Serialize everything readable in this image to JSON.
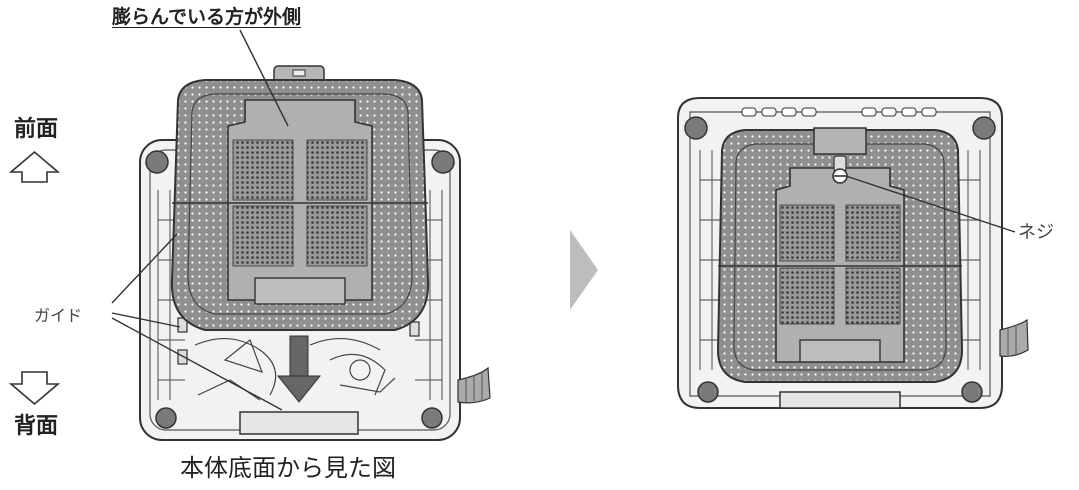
{
  "labels": {
    "bulge_outside": "膨らんでいる方が外側",
    "front": "前面",
    "back": "背面",
    "guide": "ガイド",
    "screw": "ネジ",
    "caption": "本体底面から見た図"
  },
  "icons": {
    "front_arrow": "arrow-up-outline-icon",
    "back_arrow": "arrow-down-outline-icon",
    "step_arrow": "chevron-right-icon"
  },
  "colors": {
    "line": "#333333",
    "filter_fill": "#8c8c8c",
    "panel_fill": "#b0b0b0",
    "chevron": "#bdbdbd"
  }
}
